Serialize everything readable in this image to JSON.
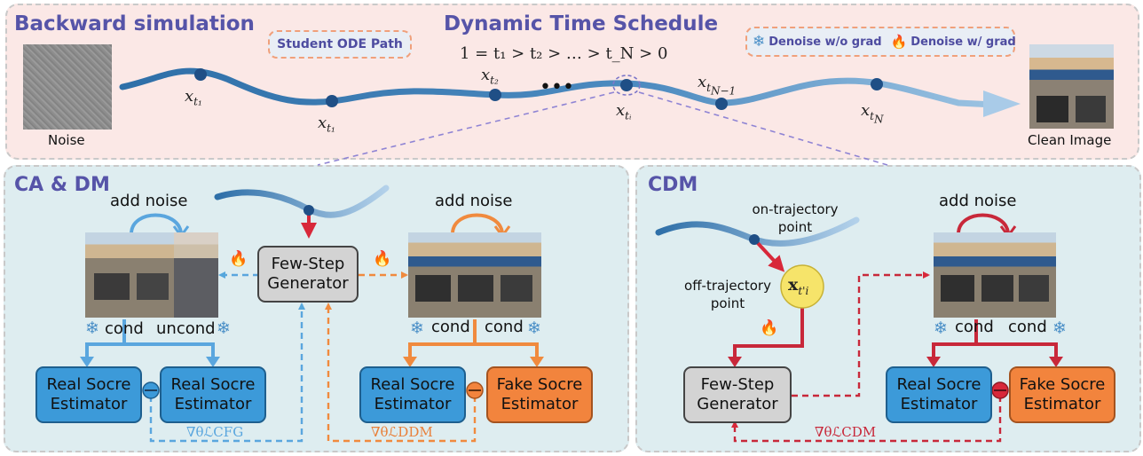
{
  "top": {
    "title": "Backward simulation",
    "schedule_title": "Dynamic Time Schedule",
    "schedule_eq": "1 = t₁ > t₂ > … > t_N > 0",
    "student_path_label": "Student ODE Path",
    "legend": {
      "freeze": "Denoise w/o grad",
      "fire": "Denoise w/ grad"
    },
    "noise_label": "Noise",
    "clean_label": "Clean Image",
    "ellipsis": "•••",
    "points": [
      {
        "base": "x",
        "sub": "t1"
      },
      {
        "base": "x",
        "sub": "t1"
      },
      {
        "base": "x",
        "sub": "t2"
      },
      {
        "base": "x",
        "sub": "ti"
      },
      {
        "base": "x",
        "sub": "tN-1"
      },
      {
        "base": "x",
        "sub": "tN"
      }
    ]
  },
  "left_panel": {
    "title": "CA & DM",
    "add_noise_1": "add noise",
    "add_noise_2": "add noise",
    "generator": "Few-Step Generator",
    "cond": "cond",
    "uncond": "uncond",
    "cond2a": "cond",
    "cond2b": "cond",
    "real_1": "Real Socre Estimator",
    "real_2": "Real Socre Estimator",
    "real_3": "Real Socre Estimator",
    "fake_1": "Fake Socre Estimator",
    "grad_cfg": "∇θℒCFG",
    "grad_ddm": "∇θℒDDM"
  },
  "right_panel": {
    "title": "CDM",
    "on_traj": "on-trajectory point",
    "off_traj": "off-trajectory point",
    "off_symbol": "x",
    "off_symbol_sub": "t'i",
    "add_noise": "add noise",
    "generator": "Few-Step Generator",
    "cond_a": "cond",
    "cond_b": "cond",
    "real": "Real Socre Estimator",
    "fake": "Fake Socre Estimator",
    "grad_cdm": "∇θℒCDM"
  },
  "colors": {
    "blue": "#3c9ad9",
    "orange": "#f2843d",
    "red": "#d8283a",
    "title": "#5654a8"
  }
}
